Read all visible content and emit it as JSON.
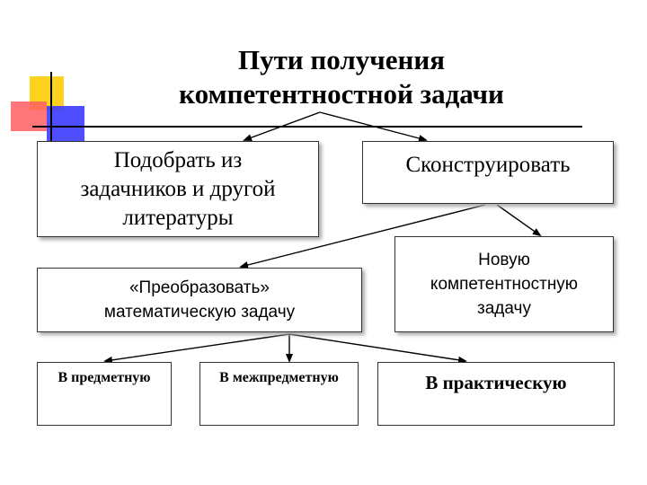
{
  "title": {
    "line1": "Пути получения",
    "line2": "компетентностной задачи"
  },
  "boxes": {
    "select": {
      "lines": [
        "Подобрать из",
        "задачников и другой",
        "литературы"
      ]
    },
    "construct": {
      "label": "Сконструировать"
    },
    "transform": {
      "lines": [
        "«Преобразовать»",
        "математическую задачу"
      ]
    },
    "new_task": {
      "lines": [
        "Новую",
        "компетентностную",
        "задачу"
      ]
    },
    "subject": {
      "label": "В предметную"
    },
    "interdisciplinary": {
      "label": "В межпредметную"
    },
    "practical": {
      "label": "В практическую"
    }
  },
  "colors": {
    "deco_yellow": "#ffd21f",
    "deco_red": "#ff5f63",
    "deco_blue": "#3b3bff",
    "border": "#333333"
  }
}
